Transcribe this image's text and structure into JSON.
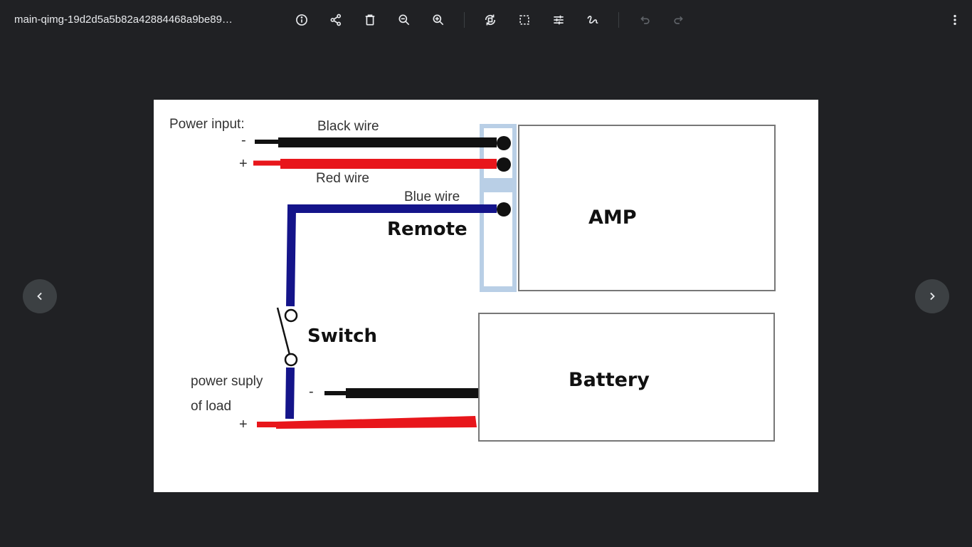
{
  "viewer": {
    "file_name": "main-qimg-19d2d5a5b82a42884468a9be89…",
    "icons": {
      "info": "info-icon",
      "share": "share-icon",
      "delete": "trash-icon",
      "zoom_out": "zoom-out-icon",
      "zoom_in": "zoom-in-icon",
      "rotate": "rotate-icon",
      "crop": "crop-icon",
      "adjust": "sliders-icon",
      "markup": "markup-pen-icon",
      "undo": "undo-icon",
      "redo": "redo-icon",
      "more": "more-vert-icon",
      "prev": "chevron-left-icon",
      "next": "chevron-right-icon"
    }
  },
  "diagram": {
    "power_input_label": "Power input:",
    "minus_sign": "-",
    "plus_sign": "+",
    "black_wire_label": "Black wire",
    "red_wire_label": "Red wire",
    "blue_wire_label": "Blue wire",
    "remote_label": "Remote",
    "amp_label": "AMP",
    "switch_label": "Switch",
    "battery_label": "Battery",
    "load_label_line1": "power suply",
    "load_label_line2": "of load",
    "colors": {
      "black_wire": "#111111",
      "red_wire": "#e8161b",
      "blue_wire": "#14148a",
      "terminal_strip": "#b9cfe6"
    }
  }
}
